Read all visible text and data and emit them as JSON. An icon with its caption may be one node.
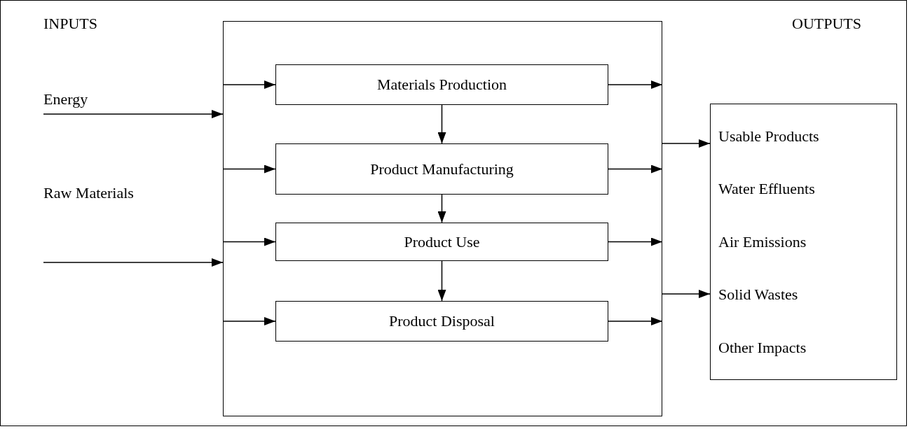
{
  "diagram": {
    "nodes": [
      {
        "text": [],
        "shape": "box"
      },
      {
        "text": [
          "Materials Production"
        ],
        "in": 0
      },
      {
        "text": [
          "Product Manufacturing"
        ],
        "in": 0
      },
      {
        "text": [
          "Product Use"
        ],
        "in": 0
      },
      {
        "text": [
          "Product Disposal"
        ],
        "in": 0
      },
      {
        "text": [
          "Usable Products",
          "Water Effluents",
          "Air Emissions",
          "Solid Wastes",
          "Other Impacts"
        ]
      }
    ],
    "edges": [
      {
        "from": null,
        "to": 0,
        "arrow": "to",
        "label": "Energy"
      },
      {
        "from": null,
        "to": 0,
        "arrow": "to",
        "label": "Raw Materials"
      },
      {
        "from": 0,
        "to": 1,
        "arrow": "to"
      },
      {
        "from": 0,
        "to": 2,
        "arrow": "to"
      },
      {
        "from": 0,
        "to": 3,
        "arrow": "to"
      },
      {
        "from": 0,
        "to": 4,
        "arrow": "to"
      },
      {
        "from": 1,
        "to": 2,
        "arrow": "to"
      },
      {
        "from": 2,
        "to": 3,
        "arrow": "to"
      },
      {
        "from": 3,
        "to": 4,
        "arrow": "to"
      },
      {
        "from": 1,
        "to": 0,
        "arrow": "to"
      },
      {
        "from": 2,
        "to": 0,
        "arrow": "to"
      },
      {
        "from": 3,
        "to": 0,
        "arrow": "to"
      },
      {
        "from": 4,
        "to": 0,
        "arrow": "to"
      },
      {
        "from": 0,
        "to": 5,
        "arrow": "to"
      },
      {
        "from": 0,
        "to": 5,
        "arrow": "to"
      }
    ],
    "labels": [
      "INPUTS",
      "OUTPUTS"
    ]
  }
}
